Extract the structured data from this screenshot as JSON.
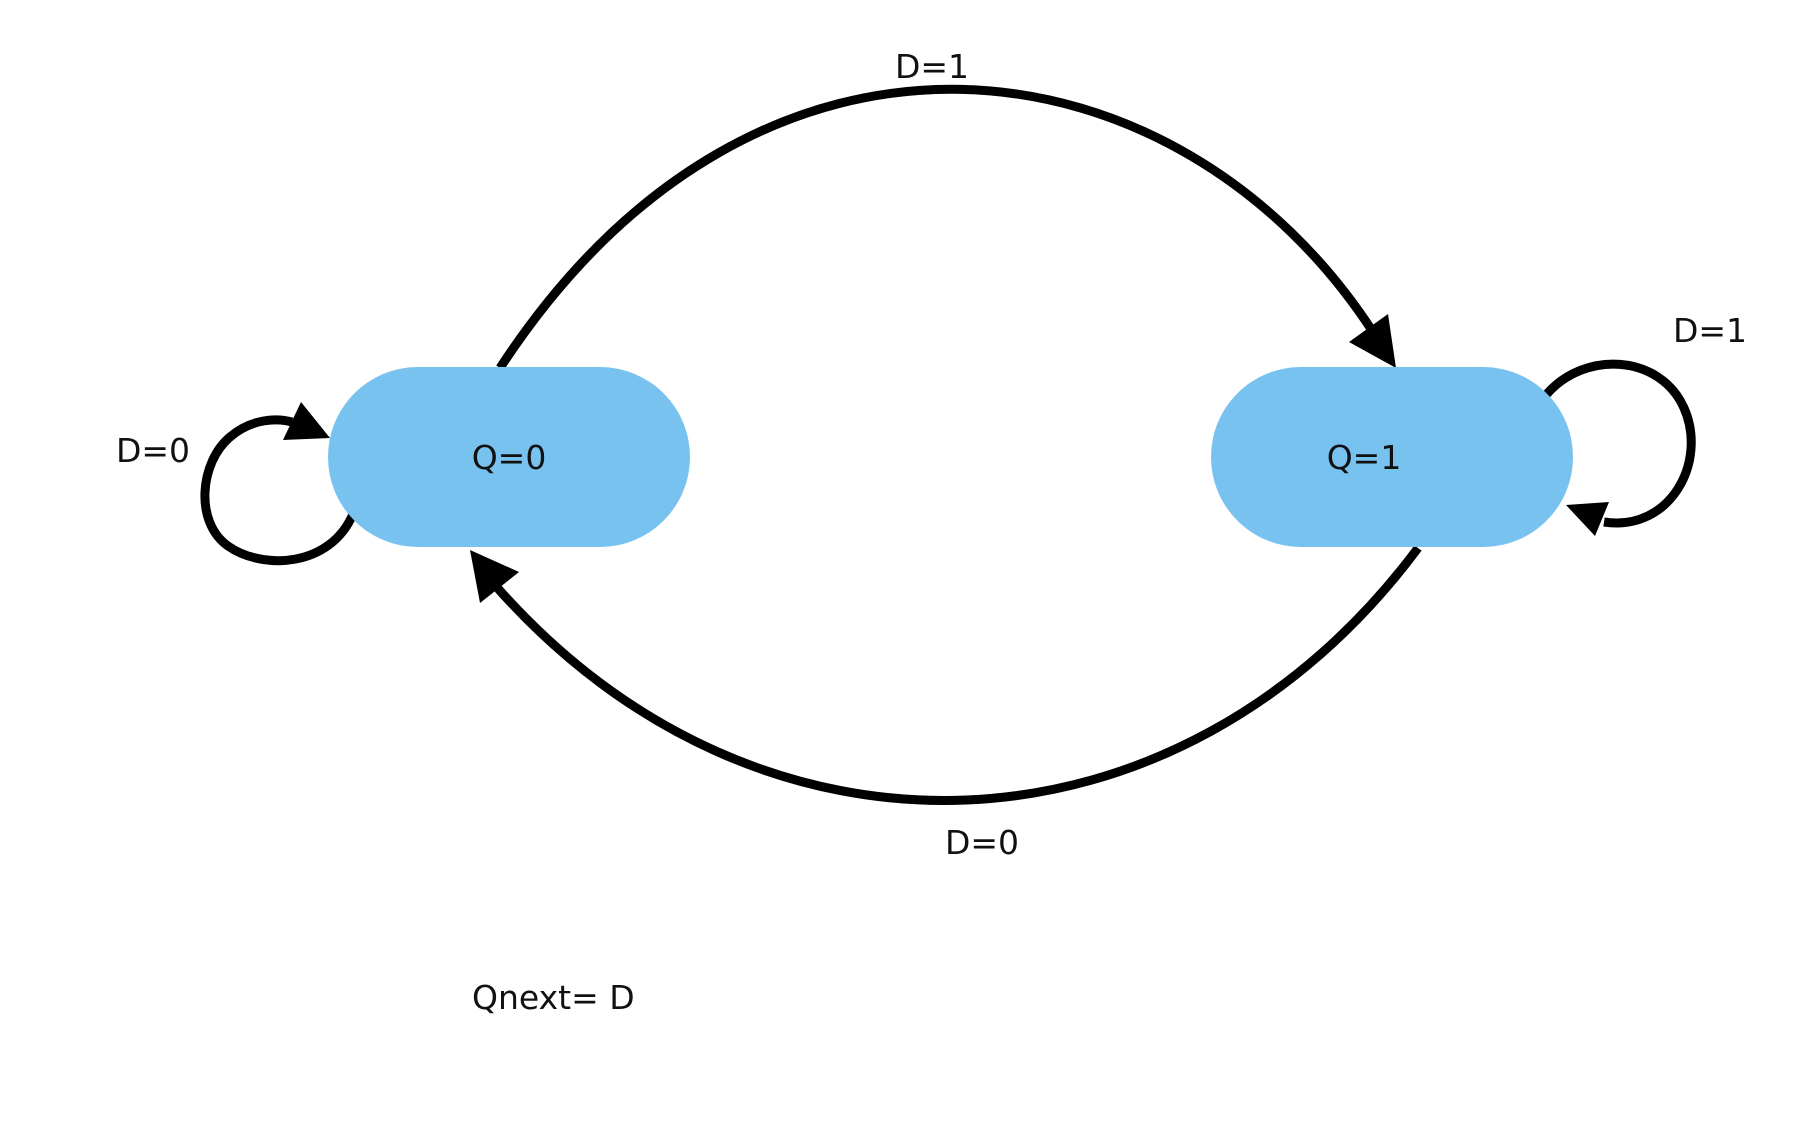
{
  "states": [
    {
      "id": "q0",
      "label": "Q=0"
    },
    {
      "id": "q1",
      "label": "Q=1"
    }
  ],
  "transitions": [
    {
      "from": "Q=0",
      "to": "Q=1",
      "label": "D=1"
    },
    {
      "from": "Q=1",
      "to": "Q=0",
      "label": "D=0"
    },
    {
      "from": "Q=0",
      "to": "Q=0",
      "label": "D=0"
    },
    {
      "from": "Q=1",
      "to": "Q=1",
      "label": "D=1"
    }
  ],
  "equation": "Qnext= D",
  "colors": {
    "state_fill": "#78C2F0",
    "edge": "#000000",
    "text": "#111111",
    "background": "#FFFFFF"
  }
}
